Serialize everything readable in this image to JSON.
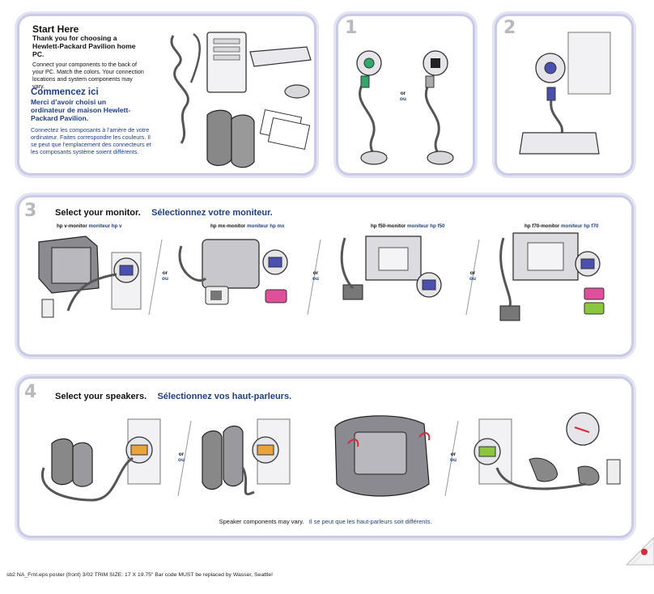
{
  "start": {
    "heading_en": "Start Here",
    "subheading_en": "Thank you for choosing a Hewlett-Packard Pavilion home PC.",
    "body_en": "Connect your components to the back of your PC. Match the colors. Your connection locations and system components may vary.",
    "heading_fr": "Commencez ici",
    "subheading_fr": "Merci d’avoir choisi un ordinateur de maison Hewlett-Packard Pavilion.",
    "body_fr": "Connectez les composants à l’arrière de votre ordinateur. Faites correspondre les couleurs. Il se peut que l’emplacement des connecteurs et les composants système soient différents."
  },
  "steps": {
    "one": "1",
    "two": "2",
    "three": "3",
    "four": "4"
  },
  "or_en": "or",
  "or_fr": "ou",
  "monitor": {
    "title_en": "Select your monitor.",
    "title_fr": "Sélectionnez votre moniteur.",
    "options": [
      {
        "en": "hp v-monitor",
        "fr": "moniteur hp v"
      },
      {
        "en": "hp mx-monitor",
        "fr": "moniteur hp mx"
      },
      {
        "en": "hp f50-monitor",
        "fr": "moniteur hp f50"
      },
      {
        "en": "hp f70-monitor",
        "fr": "moniteur hp f70"
      }
    ]
  },
  "speakers": {
    "title_en": "Select your speakers.",
    "title_fr": "Sélectionnez vos haut-parleurs.",
    "note_en": "Speaker components may vary.",
    "note_fr": "Il se peut que les haut-parleurs soit différents."
  },
  "footer": "sb2 NA_Frnt.eps poster (front)   3/02   TRIM SIZE:  17 X 19.75\"   Bar code MUST be replaced by Wasser, Seattle!",
  "colors": {
    "panel_border": "#c9cbe6",
    "french_blue": "#1d3f86",
    "monitor_blue": "#4a4fb0",
    "mouse_green": "#2fa86a",
    "audio_orange": "#e8a33a",
    "mic_pink": "#e0509a",
    "line_green": "#8cc63f",
    "arrow_red": "#d6293a"
  }
}
